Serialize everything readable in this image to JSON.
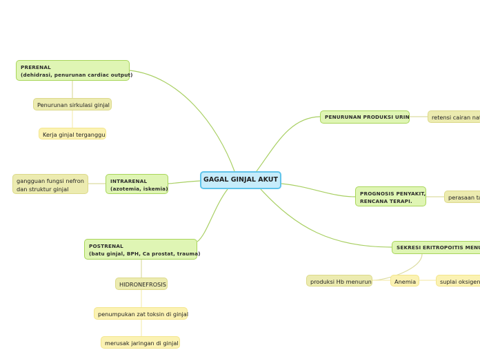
{
  "root": {
    "label": "GAGAL GINJAL AKUT"
  },
  "prerenal": {
    "title": "PRERENAL",
    "detail": "(dehidrasi, penurunan cardiac output)",
    "children": [
      "Penurunan sirkulasi ginjal",
      "Kerja ginjal terganggu"
    ]
  },
  "intrarenal": {
    "title": "INTRARENAL",
    "detail": "(azotemia, iskemia)",
    "child": [
      "gangguan fungsi nefron",
      "dan struktur ginjal"
    ]
  },
  "postrenal": {
    "title": "POSTRENAL",
    "detail": "(batu ginjal, BPH, Ca prostat, trauma)",
    "children": [
      "HIDRONEFROSIS",
      "penumpukan zat toksin di ginjal",
      "merusak jaringan di ginjal"
    ]
  },
  "urine": {
    "title": "PENURUNAN PRODUKSI URIN",
    "child": "retensi cairan nat"
  },
  "prognosis": {
    "line1": "PROGNOSIS PENYAKIT,",
    "line2": "RENCANA TERAPI.",
    "child": "perasaan ta"
  },
  "erythro": {
    "title": "SEKRESI ERITROPOITIS MENUR",
    "children": [
      "produksi Hb menurun",
      "Anemia",
      "suplai oksigen m"
    ]
  }
}
